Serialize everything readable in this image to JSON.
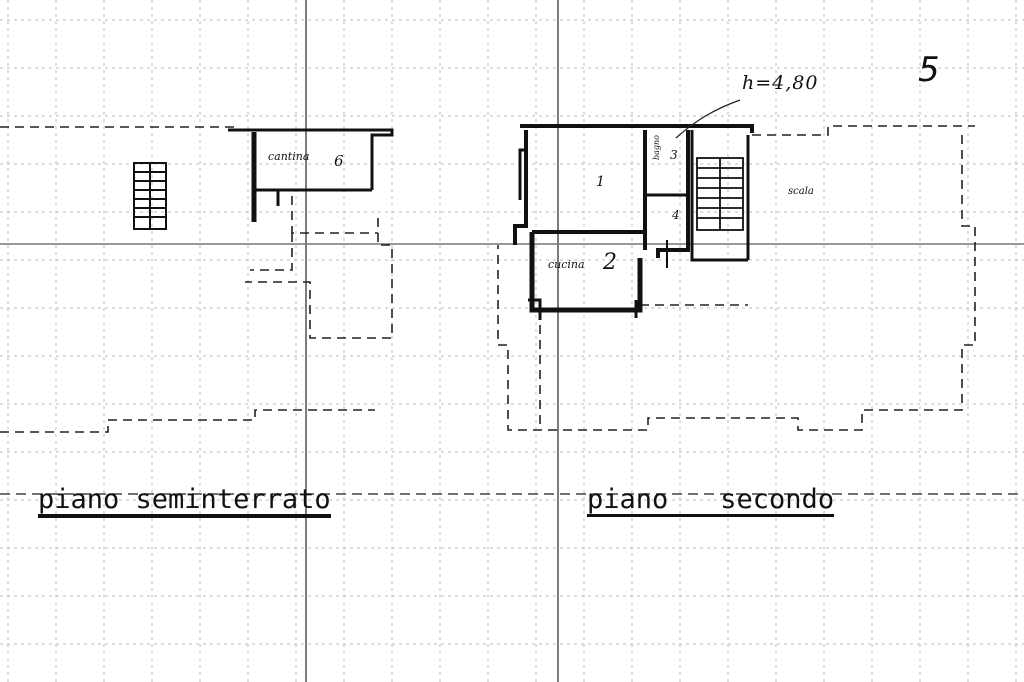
{
  "page_number": "5",
  "height_note": "h=4,80",
  "floor_labels": {
    "seminterrato": "piano seminterrato",
    "secondo_a": "piano",
    "secondo_b": "secondo"
  },
  "rooms": {
    "cantina": "cantina",
    "cantina_num": "6",
    "room1": "1",
    "cucina": "cucina",
    "cucina_num": "2",
    "scala": "scala",
    "bagno": "bagno",
    "room3": "3",
    "room4": "4"
  },
  "colors": {
    "ink": "#111111",
    "grid": "#b8b8b8",
    "paper": "#ffffff"
  }
}
